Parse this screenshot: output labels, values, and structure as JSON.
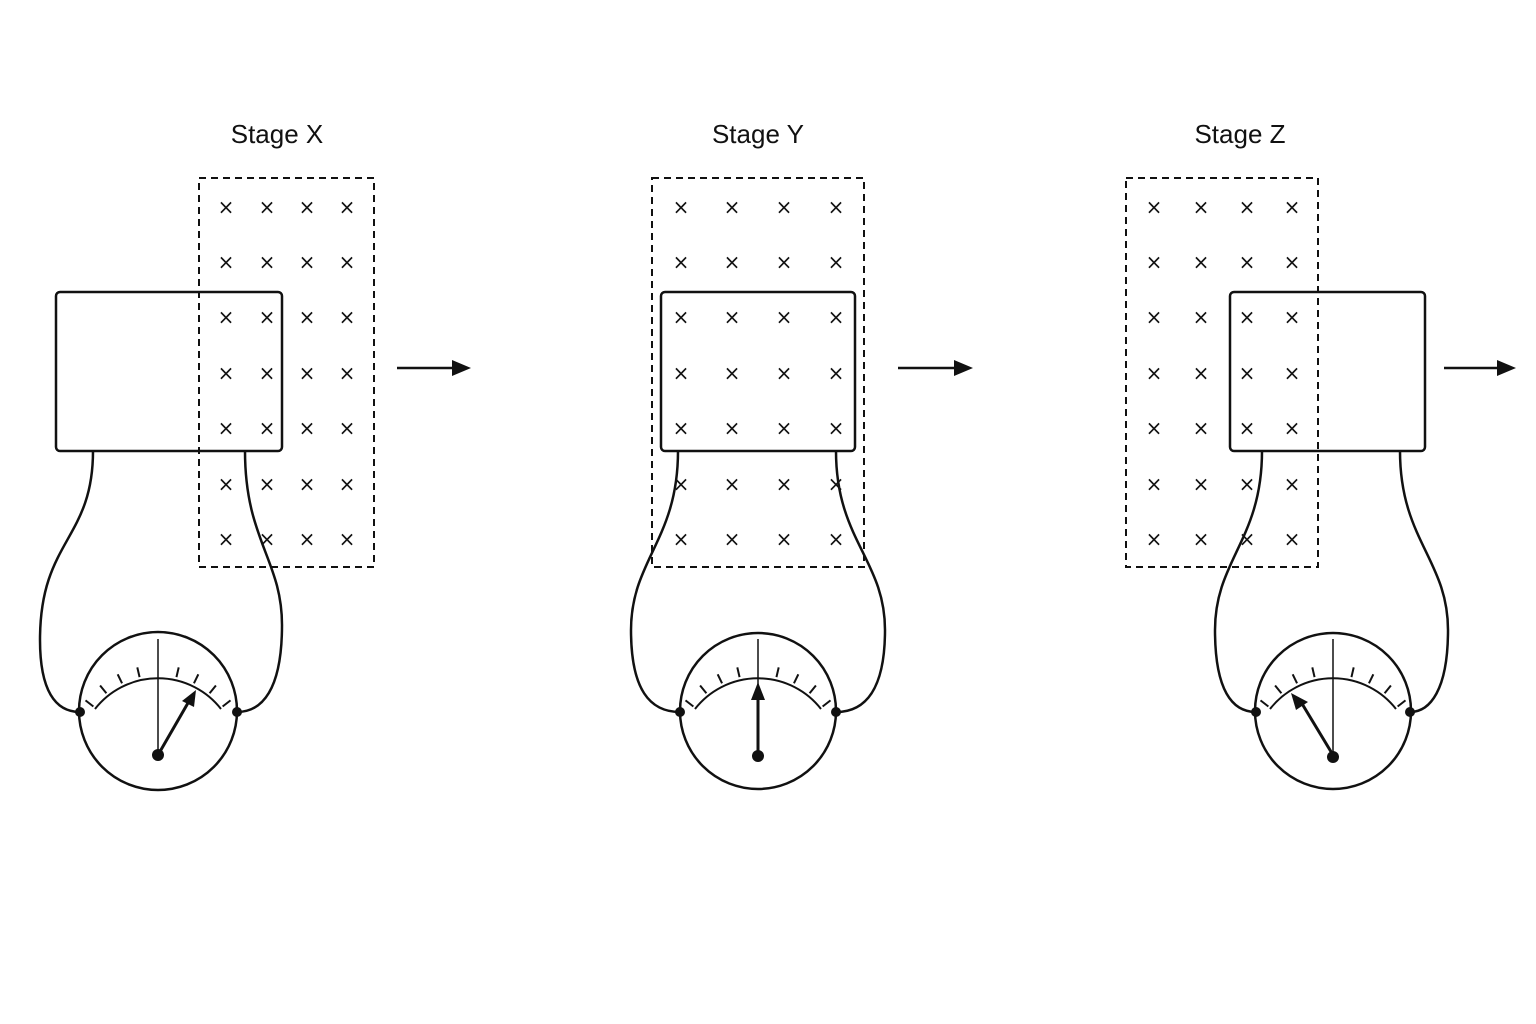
{
  "stages": [
    {
      "title": "Stage X",
      "needle_direction": "right",
      "coil_position": "entering field"
    },
    {
      "title": "Stage Y",
      "needle_direction": "center",
      "coil_position": "fully inside field"
    },
    {
      "title": "Stage Z",
      "needle_direction": "left",
      "coil_position": "leaving field"
    }
  ],
  "field_symbol": "×",
  "motion_direction": "right",
  "colors": {
    "ink": "#111111",
    "background": "#ffffff"
  }
}
